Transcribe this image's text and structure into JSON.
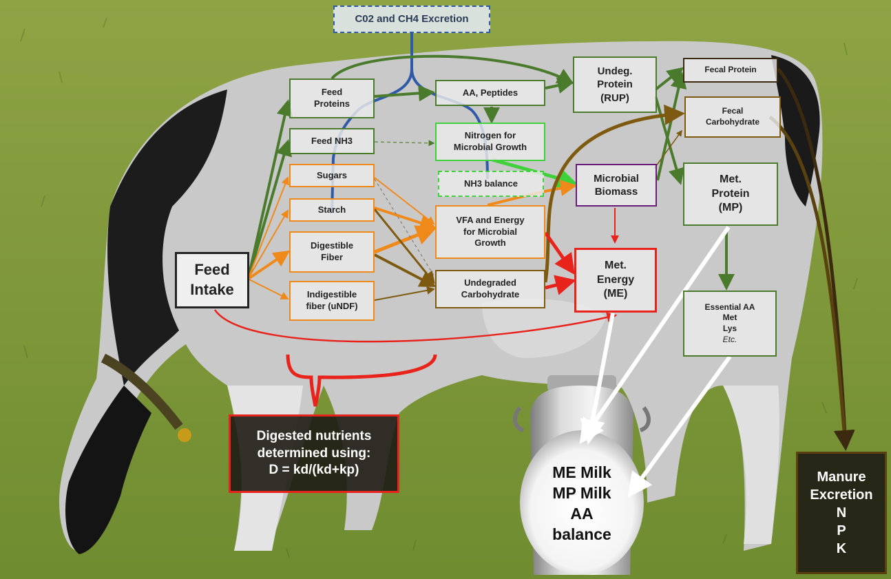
{
  "colors": {
    "grass": "#7f9a3a",
    "protein_green": "#4a7a2c",
    "bright_green": "#3fd13a",
    "orange": "#ef8a1a",
    "olive_brown": "#7d5a10",
    "red": "#e8231c",
    "purple": "#6a1b7a",
    "blue": "#2f5aa8",
    "dark_brown": "#3b2a10",
    "white": "#ffffff"
  },
  "nodes": {
    "co2_excretion": "C02 and CH4 Excretion",
    "feed_proteins": "Feed\nProteins",
    "aa_peptides": "AA, Peptides",
    "undeg_protein": "Undeg.\nProtein\n(RUP)",
    "fecal_protein": "Fecal Protein",
    "fecal_carbohydrate": "Fecal\nCarbohydrate",
    "feed_nh3": "Feed NH3",
    "nitrogen_microbial": "Nitrogen for\nMicrobial Growth",
    "nh3_balance": "NH3 balance",
    "sugars": "Sugars",
    "starch": "Starch",
    "digestible_fiber": "Digestible\nFiber",
    "indigestible_fiber": "Indigestible\nfiber (uNDF)",
    "feed_intake": "Feed\nIntake",
    "vfa_energy": "VFA and Energy\nfor Microbial\nGrowth",
    "undegraded_carbohydrate": "Undegraded\nCarbohydrate",
    "microbial_biomass": "Microbial\nBiomass",
    "met_protein": "Met.\nProtein\n(MP)",
    "met_energy": "Met.\nEnergy\n(ME)",
    "essential_aa": "Essential AA\nMet\nLys",
    "essential_aa_etc": "Etc.",
    "digested_nutrients": "Digested nutrients\ndetermined using:\nD = kd/(kd+kp)",
    "milk_outputs": "ME Milk\nMP Milk\nAA\nbalance",
    "manure_excretion": "Manure\nExcretion\nN\nP\nK"
  }
}
